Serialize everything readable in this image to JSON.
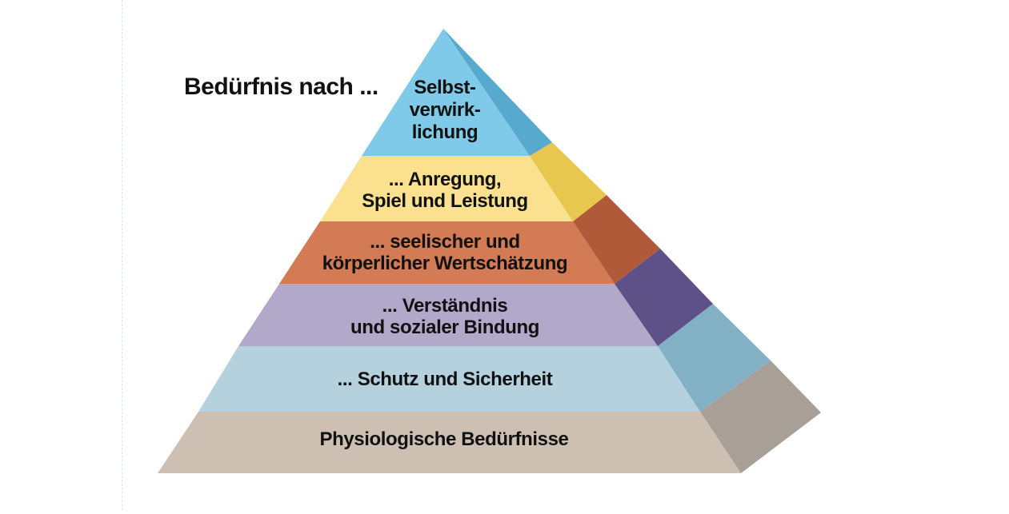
{
  "heading": "Bedürfnis nach ...",
  "levels": [
    {
      "lines": [
        "Physiologische Bedürfnisse"
      ],
      "front_color": "#cdc0b3",
      "side_color": "#a8a097"
    },
    {
      "lines": [
        "... Schutz und Sicherheit"
      ],
      "front_color": "#b5d1dd",
      "side_color": "#82b0c4"
    },
    {
      "lines": [
        "... Verständnis",
        "und sozialer Bindung"
      ],
      "front_color": "#b2a8c9",
      "side_color": "#5e5187"
    },
    {
      "lines": [
        "... seelischer und",
        "körperlicher Wertschätzung"
      ],
      "front_color": "#d27b55",
      "side_color": "#b05a39"
    },
    {
      "lines": [
        "... Anregung,",
        "Spiel und Leistung"
      ],
      "front_color": "#fae08f",
      "side_color": "#e8c74f"
    },
    {
      "lines": [
        "Selbst-",
        "verwirk-",
        "lichung"
      ],
      "front_color": "#7fc9e9",
      "side_color": "#58a9ce"
    }
  ]
}
